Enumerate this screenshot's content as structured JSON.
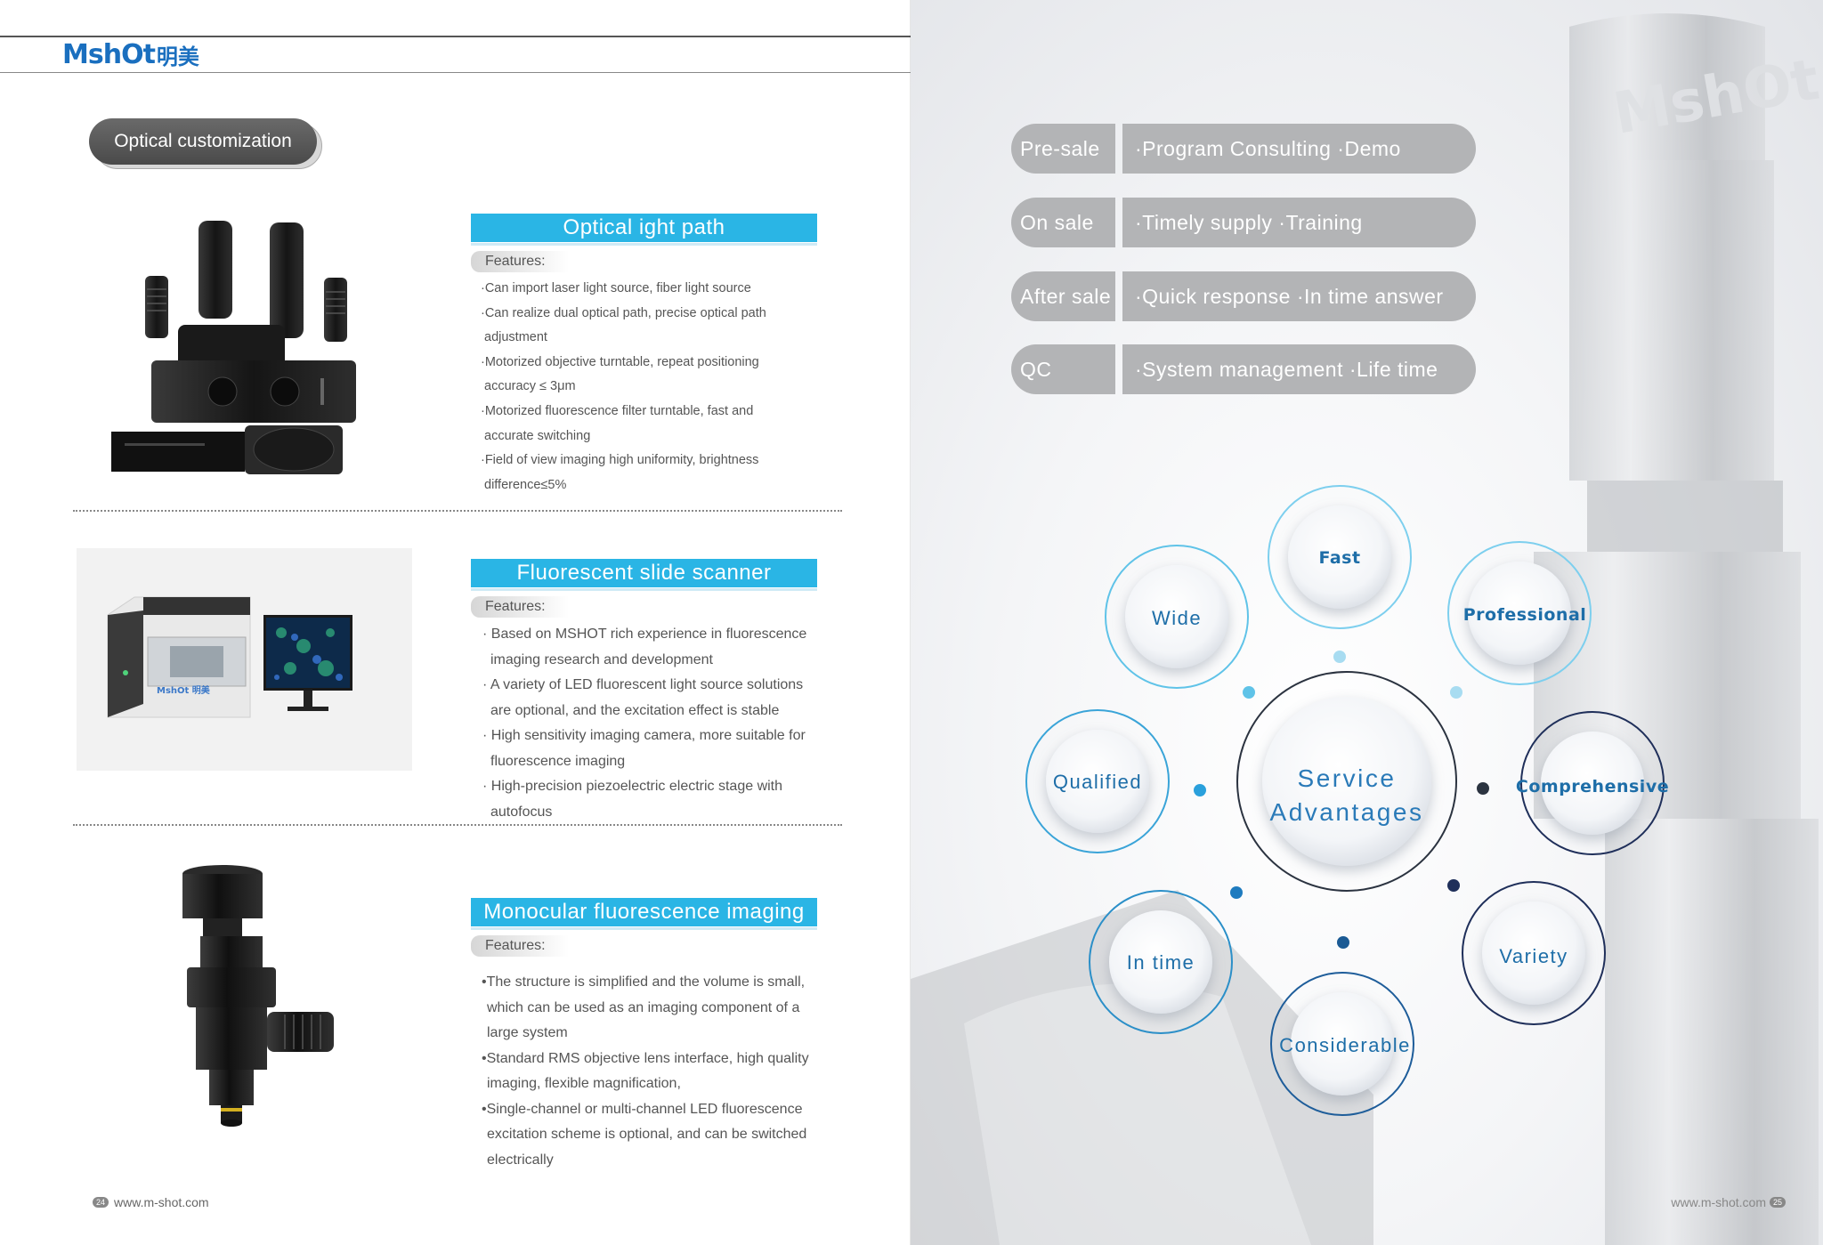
{
  "left_page": {
    "logo": {
      "latin": "MshOt",
      "chinese": "明美"
    },
    "badge": "Optical customization",
    "sections": [
      {
        "title": "Optical ight path",
        "features_label": "Features:",
        "lines": [
          "·Can import laser light source, fiber light source",
          "·Can realize dual optical path, precise optical path",
          "  adjustment",
          "·Motorized objective turntable, repeat positioning",
          "  accuracy ≤ 3μm",
          "·Motorized fluorescence filter turntable, fast and",
          "  accurate switching",
          "·Field of view imaging high uniformity, brightness",
          "  difference≤5%"
        ]
      },
      {
        "title": "Fluorescent slide scanner",
        "features_label": "Features:",
        "lines": [
          "· Based on MSHOT rich experience in fluorescence",
          "  imaging research and development",
          "· A variety of LED fluorescent light source solutions",
          "  are optional, and the excitation effect is stable",
          "· High sensitivity imaging camera, more suitable for",
          "  fluorescence imaging",
          "· High-precision piezoelectric electric stage with",
          "  autofocus"
        ],
        "device_logo": "MshOt 明美"
      },
      {
        "title": "Monocular fluorescence imaging",
        "features_label": "Features:",
        "lines": [
          "•The structure is simplified and the volume is small,",
          " which can be used as an imaging component of a",
          " large system",
          "•Standard RMS objective lens interface, high quality",
          " imaging, flexible magnification,",
          "•Single-channel or multi-channel LED fluorescence",
          " excitation scheme is optional, and can be switched",
          " electrically"
        ]
      }
    ],
    "footer": {
      "page_number": "24",
      "url": "www.m-shot.com"
    }
  },
  "right_page": {
    "services": [
      {
        "stage": "Pre-sale",
        "items": "·Program Consulting ·Demo"
      },
      {
        "stage": "On sale",
        "items": "·Timely supply  ·Training"
      },
      {
        "stage": "After sale",
        "items": "·Quick response ·In time answer"
      },
      {
        "stage": "QC",
        "items": "·System management ·Life time"
      }
    ],
    "center": {
      "line1": "Service",
      "line2": "Advantages"
    },
    "advantages": [
      "Fast",
      "Professional",
      "Comprehensive",
      "Variety",
      "Considerable",
      "In time",
      "Qualified",
      "Wide"
    ],
    "footer": {
      "url": "www.m-shot.com",
      "page_number": "25"
    },
    "colors": {
      "light_blue": "#5fc3e8",
      "navy": "#1f2f5a",
      "text_blue": "#1e6ea8",
      "service_gray": "#b3b4b6"
    }
  }
}
